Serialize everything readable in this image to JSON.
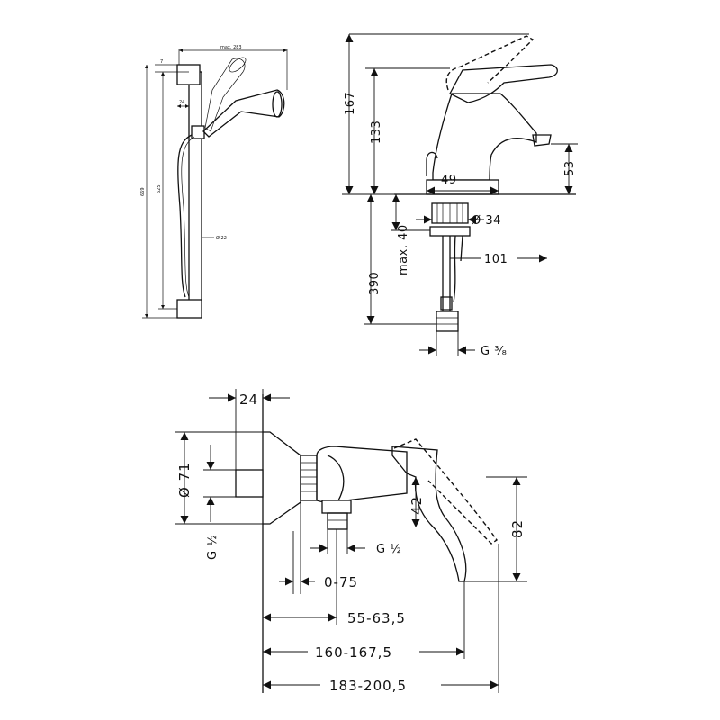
{
  "shower_set": {
    "dims": {
      "width_max": "max. 283",
      "top_offset": "7",
      "arm_offset": "24",
      "total_height": "669",
      "rail_height": "625",
      "rail_diameter": "Ø 22"
    }
  },
  "basin_mixer": {
    "dims": {
      "total_height": "167",
      "spout_height": "133",
      "spout_clearance": "53",
      "base_width": "49",
      "shank_diameter": "Ø 34",
      "max_thickness": "max. 40",
      "hose_length": "390",
      "spout_reach": "101",
      "connection_thread": "G ³⁄₈"
    }
  },
  "shower_mixer": {
    "dims": {
      "wall_depth": "24",
      "rosette_diameter": "Ø 71",
      "inlet_thread": "G ½",
      "outlet_thread": "G ½",
      "lever_height": "42",
      "total_height": "82",
      "adjust_range": "0-75",
      "depth_range_1": "55-63,5",
      "depth_range_2": "160-167,5",
      "depth_range_3": "183-200,5"
    }
  }
}
